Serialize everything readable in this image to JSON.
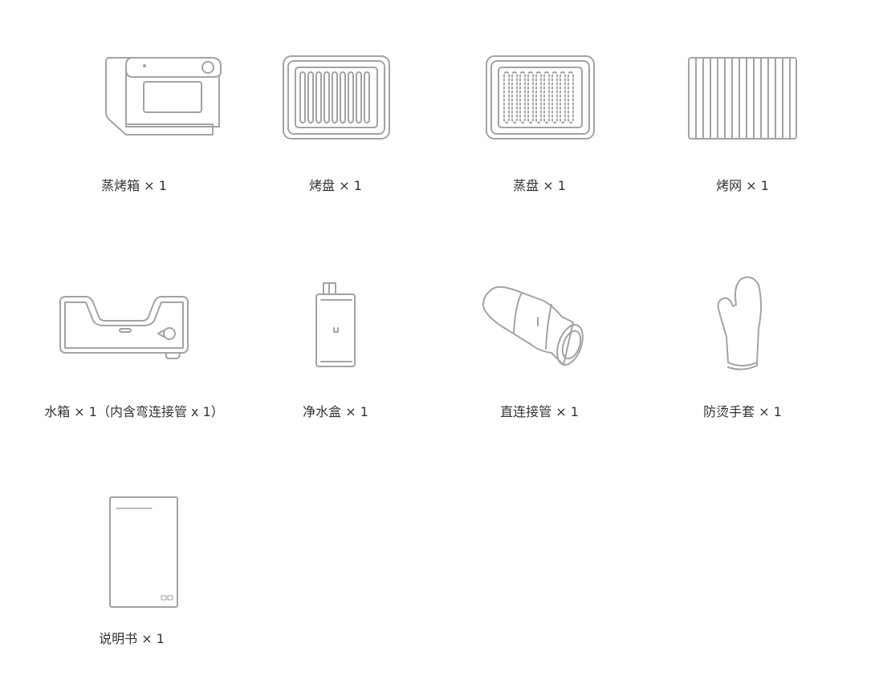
{
  "items": [
    {
      "label": "蒸烤箱 × 1",
      "icon": "steam-oven-icon"
    },
    {
      "label": "烤盘 × 1",
      "icon": "baking-tray-icon"
    },
    {
      "label": "蒸盘 × 1",
      "icon": "steam-tray-icon"
    },
    {
      "label": "烤网 × 1",
      "icon": "grill-rack-icon"
    },
    {
      "label": "水箱 × 1（内含弯连接管 x 1）",
      "icon": "water-tank-icon"
    },
    {
      "label": "净水盒 × 1",
      "icon": "water-filter-box-icon"
    },
    {
      "label": "直连接管 × 1",
      "icon": "straight-connector-pipe-icon"
    },
    {
      "label": "防烫手套 × 1",
      "icon": "oven-mitt-icon"
    },
    {
      "label": "说明书 × 1",
      "icon": "manual-icon"
    }
  ]
}
